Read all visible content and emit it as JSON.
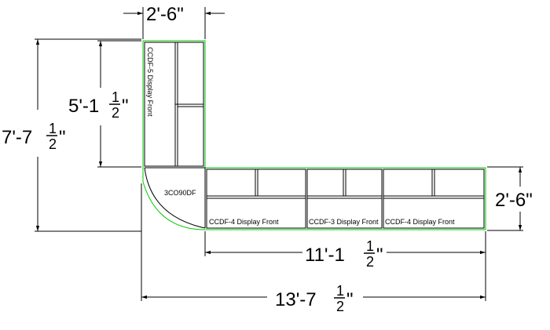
{
  "dimensions": {
    "top_width": {
      "main": "2'-6",
      "frac_num": "",
      "frac_den": "",
      "tail": "\""
    },
    "left_inner": {
      "main": "5'-1",
      "frac_num": "1",
      "frac_den": "2",
      "tail": "\""
    },
    "left_outer": {
      "main": "7'-7",
      "frac_num": "1",
      "frac_den": "2",
      "tail": "\""
    },
    "right_depth": {
      "main": "2'-6",
      "frac_num": "",
      "frac_den": "",
      "tail": "\""
    },
    "bottom_inner": {
      "main": "11'-1",
      "frac_num": "1",
      "frac_den": "2",
      "tail": "\""
    },
    "bottom_outer": {
      "main": "13'-7",
      "frac_num": "1",
      "frac_den": "2",
      "tail": "\""
    }
  },
  "labels": {
    "vertical_case": "CCDF-5 Display Front",
    "corner_unit": "3CO90DF",
    "case_1": "CCDF-4 Display Front",
    "case_2": "CCDF-3 Display Front",
    "case_3": "CCDF-4 Display Front"
  },
  "colors": {
    "outline": "#000000",
    "highlight": "#00cc00"
  }
}
